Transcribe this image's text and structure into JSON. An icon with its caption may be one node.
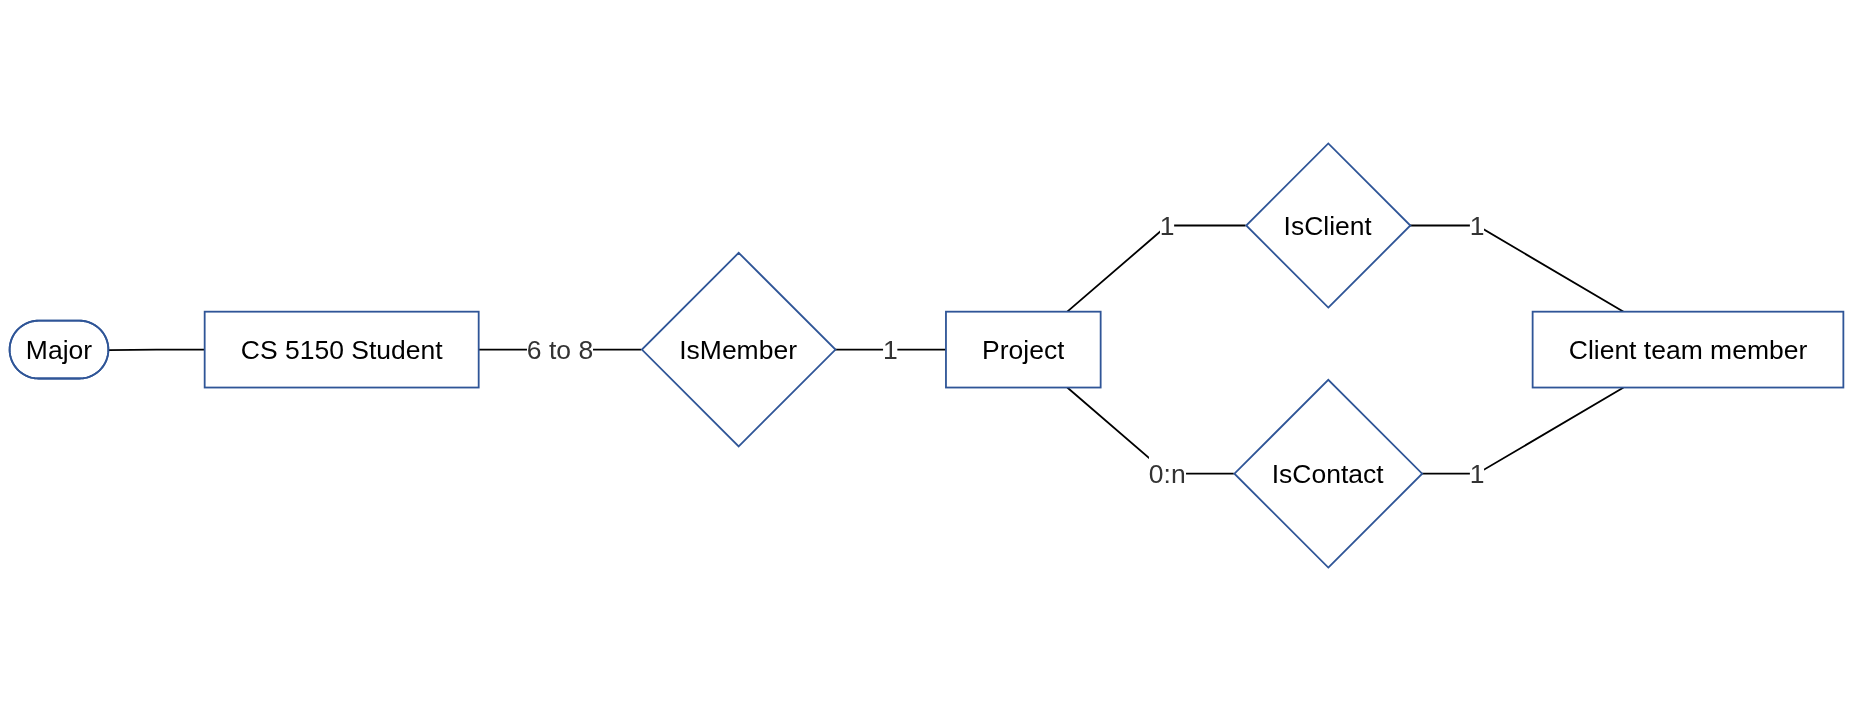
{
  "diagram": {
    "nodes": [
      {
        "text": [
          "Major"
        ]
      },
      {
        "text": [
          "IsClient"
        ]
      },
      {
        "text": [
          "CS 5150 Student"
        ]
      },
      {
        "text": [
          "Project"
        ]
      },
      {
        "text": [
          "Client team member"
        ]
      },
      {
        "text": [
          "IsMember"
        ]
      },
      {
        "text": [
          "IsContact"
        ]
      }
    ],
    "edges": [
      {
        "from": 0,
        "to": 2,
        "arrow": "none"
      },
      {
        "from": 2,
        "to": 5,
        "arrow": "none",
        "label": "6 to 8"
      },
      {
        "from": 5,
        "to": 3,
        "arrow": "none",
        "label": "1"
      },
      {
        "from": 3,
        "to": 1,
        "arrow": "none",
        "label": "1"
      },
      {
        "from": 1,
        "to": 4,
        "arrow": "none",
        "label": "1"
      },
      {
        "from": 3,
        "to": 6,
        "arrow": "none",
        "label": "0:n"
      },
      {
        "from": 6,
        "to": 4,
        "arrow": "none",
        "label": "1"
      }
    ]
  }
}
